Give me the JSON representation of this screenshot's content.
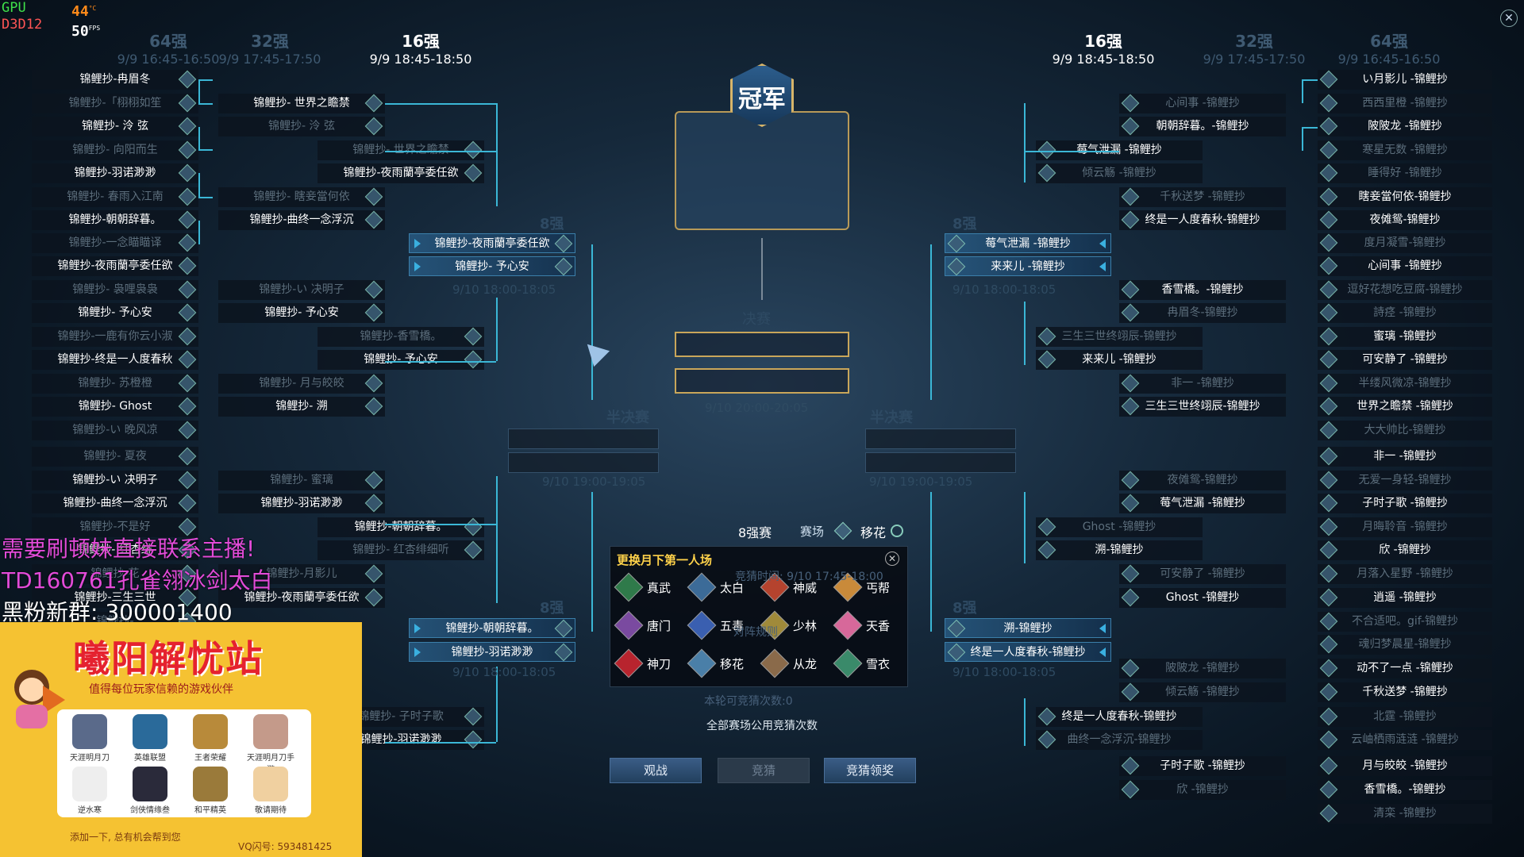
{
  "overlay": {
    "gpu": "GPU",
    "api": "D3D12",
    "temp": "44",
    "temp_unit": "°C",
    "fps": "50",
    "fps_unit": "FPS"
  },
  "headers": {
    "l64": {
      "name": "64强",
      "time": "9/9 16:45-16:50"
    },
    "l32": {
      "name": "32强",
      "time": "9/9 17:45-17:50"
    },
    "l16": {
      "name": "16强",
      "time": "9/9 18:45-18:50"
    },
    "r16": {
      "name": "16强",
      "time": "9/9 18:45-18:50"
    },
    "r32": {
      "name": "32强",
      "time": "9/9 17:45-17:50"
    },
    "r64": {
      "name": "64强",
      "time": "9/9 16:45-16:50"
    }
  },
  "champion": "冠军",
  "final": {
    "label": "决赛",
    "time": "9/10 20:00-20:05"
  },
  "semis": {
    "label": "半决赛",
    "time": "9/10 19:00-19:05"
  },
  "quarter": {
    "label": "8强",
    "time": "9/10 18:00-18:05"
  },
  "left64": [
    "锦鲤抄-冉眉冬",
    "锦鲤抄-「栩栩如笙",
    "锦鲤抄- 泠 弦",
    "锦鲤抄- 向阳而生",
    "锦鲤抄-羽诺渺渺",
    "锦鲤抄- 春雨入江南",
    "锦鲤抄-朝朝辞暮。",
    "锦鲤抄-一念瞄瞄译",
    "锦鲤抄-夜雨蘭亭委任欲",
    "锦鲤抄- 袅哩袅袅",
    "锦鲤抄- 予心安",
    "锦鲤抄-一鹿有你云小淑",
    "锦鲤抄-终是一人度春秋",
    "锦鲤抄- 苏橙橙",
    "锦鲤抄- Ghost",
    "锦鲤抄-い 晚风凉",
    "锦鲤抄- 夏夜",
    "锦鲤抄-い 决明子",
    "锦鲤抄-曲终一念浮沉",
    "锦鲤抄-不是好",
    "锦鲤抄- 红杏绯",
    "锦鲤抄-花",
    "锦鲤抄-三生三世",
    "锦鲤抄-"
  ],
  "left32": [
    "锦鲤抄- 世界之瞻禁",
    "锦鲤抄- 泠 弦",
    "锦鲤抄- 世界之瞻禁",
    "锦鲤抄-夜雨蘭亭委任欲",
    "锦鲤抄- 瞎妾當何依",
    "锦鲤抄-曲终一念浮沉",
    "锦鲤抄-い 决明子",
    "锦鲤抄- 予心安",
    "锦鲤抄-香雪橋。",
    "锦鲤抄- 予心安",
    "锦鲤抄- 月与皎皎",
    "锦鲤抄- 溯",
    "锦鲤抄- 蜜璃",
    "锦鲤抄-羽诺渺渺",
    "锦鲤抄-朝朝辞暮。",
    "锦鲤抄- 红杏绯细听",
    "锦鲤抄-月影儿",
    "锦鲤抄-夜雨蘭亭委任欲",
    "锦鲤抄- 子时子歌",
    "锦鲤抄-羽诺渺渺"
  ],
  "left8": [
    "锦鲤抄-夜雨蘭亭委任欲",
    "锦鲤抄- 予心安",
    "锦鲤抄-朝朝辞暮。",
    "锦鲤抄-羽诺渺渺"
  ],
  "right8": [
    "莓气泄漏 -锦鲤抄",
    "来来儿 -锦鲤抄",
    "溯-锦鲤抄",
    "终是一人度春秋-锦鲤抄"
  ],
  "right16": [
    "心间事 -锦鲤抄",
    "朝朝辞暮。-锦鲤抄",
    "莓气泄漏 -锦鲤抄",
    "倾云觞 -锦鲤抄",
    "千秋送梦 -锦鲤抄",
    "终是一人度春秋-锦鲤抄",
    "香雪橋。-锦鲤抄",
    "冉眉冬-锦鲤抄",
    "三生三世终翊辰-锦鲤抄",
    "来来儿 -锦鲤抄",
    "非一 -锦鲤抄",
    "三生三世终翊辰-锦鲤抄",
    "夜傩鸳-锦鲤抄",
    "莓气泄漏 -锦鲤抄",
    "Ghost -锦鲤抄",
    "溯-锦鲤抄",
    "可安静了 -锦鲤抄",
    "Ghost -锦鲤抄",
    "陂陂龙 -锦鲤抄",
    "倾云觞 -锦鲤抄",
    "终是一人度春秋-锦鲤抄",
    "曲终一念浮沉-锦鲤抄",
    "子时子歌 -锦鲤抄",
    "欣 -锦鲤抄"
  ],
  "right64": [
    "い月影儿 -锦鲤抄",
    "西西里橙 -锦鲤抄",
    "陂陂龙 -锦鲤抄",
    "寒星无数 -锦鲤抄",
    "睡得好 -锦鲤抄",
    "瞎妾當何依-锦鲤抄",
    "夜傩鸳-锦鲤抄",
    "度月凝雪-锦鲤抄",
    "心间事 -锦鲤抄",
    "逗好花想吃豆腐-锦鲤抄",
    "詩痉 -锦鲤抄",
    "蜜璃 -锦鲤抄",
    "可安静了 -锦鲤抄",
    "半缕风微凉-锦鲤抄",
    "世界之瞻禁 -锦鲤抄",
    "大大帅比-锦鲤抄",
    "非一 -锦鲤抄",
    "无爱一身轻-锦鲤抄",
    "子时子歌 -锦鲤抄",
    "月晦聆音 -锦鲤抄",
    "欣 -锦鲤抄",
    "月落入星野 -锦鲤抄",
    "逍遥 -锦鲤抄",
    "不合适吧。gif-锦鲤抄",
    "魂归梦晨星-锦鲤抄",
    "动不了一点 -锦鲤抄",
    "千秋送梦 -锦鲤抄",
    "北霆 -锦鲤抄",
    "云岫栖雨涟涟 -锦鲤抄",
    "月与皎皎 -锦鲤抄",
    "香雪橋。-锦鲤抄",
    "清栾 -锦鲤抄"
  ],
  "bar8": {
    "label": "8强赛",
    "field": "赛场",
    "sect": "移花"
  },
  "popup": {
    "title": "更换月下第一人场",
    "sects": [
      "真武",
      "太白",
      "神威",
      "丐帮",
      "唐门",
      "五毒",
      "少林",
      "天香",
      "神刀",
      "移花",
      "从龙",
      "雪衣"
    ],
    "behind1": "竞猜时间: 9/10 17:45-18:00",
    "behind2": "对阵规则",
    "behind3": "本轮可竞猜次数:0"
  },
  "bottom_note": "全部赛场公用竞猜次数",
  "buttons": {
    "watch": "观战",
    "bet": "竞猜",
    "reward": "竞猜领奖"
  },
  "promo": {
    "line1": "需要刷顿妹直接联系主播!",
    "line2": "TD160761孔雀翎冰剑太白",
    "line3": "黑粉新群: 300001400",
    "title": "曦阳解忧站",
    "subtitle": "值得每位玩家信赖的游戏伙伴",
    "apps": [
      "天涯明月刀",
      "英雄联盟",
      "王者荣耀",
      "天涯明月刀手游",
      "逆水寒",
      "剑侠情缘叁",
      "和平精英",
      "敬请期待"
    ],
    "foot1": "添加一下, 总有机会帮到您",
    "foot2": "VQ闪号: 593481425"
  },
  "colors": {
    "win": "#ffffff",
    "lose": "#5c6e7c",
    "accent": "#3ab0e0",
    "gold": "#c9a65a"
  }
}
